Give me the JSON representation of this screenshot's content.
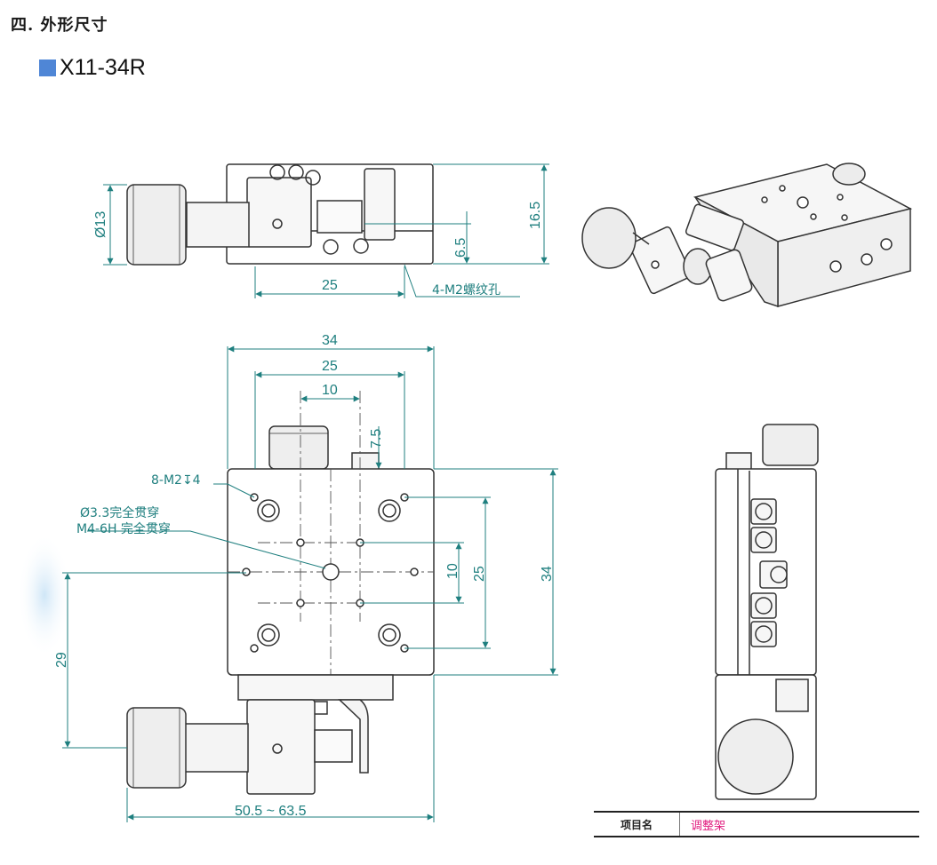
{
  "section_heading": "四. 外形尺寸",
  "model_heading": "X11-34R",
  "side_view": {
    "knob_diameter": "Ø13",
    "height_total": "16.5",
    "height_mid": "6.5",
    "hole_spacing": "25",
    "thread_callout": "4-M2螺纹孔"
  },
  "top_view": {
    "width_outer": "34",
    "width_holes": "25",
    "width_inner": "10",
    "offset": "7.5",
    "height_outer": "34",
    "height_holes": "25",
    "height_inner": "10",
    "knob_offset": "29",
    "travel_range": "50.5 ~ 63.5",
    "thread_note": "8-M2↧4",
    "through_hole_note": "Ø3.3完全贯穿",
    "tapped_hole_note": "M4-6H 完全贯穿"
  },
  "title_block": {
    "label": "项目名",
    "value": "调整架"
  },
  "colors": {
    "dimension": "#1f7f7f",
    "accent": "#4f86d6",
    "title_value": "#e0197d"
  }
}
